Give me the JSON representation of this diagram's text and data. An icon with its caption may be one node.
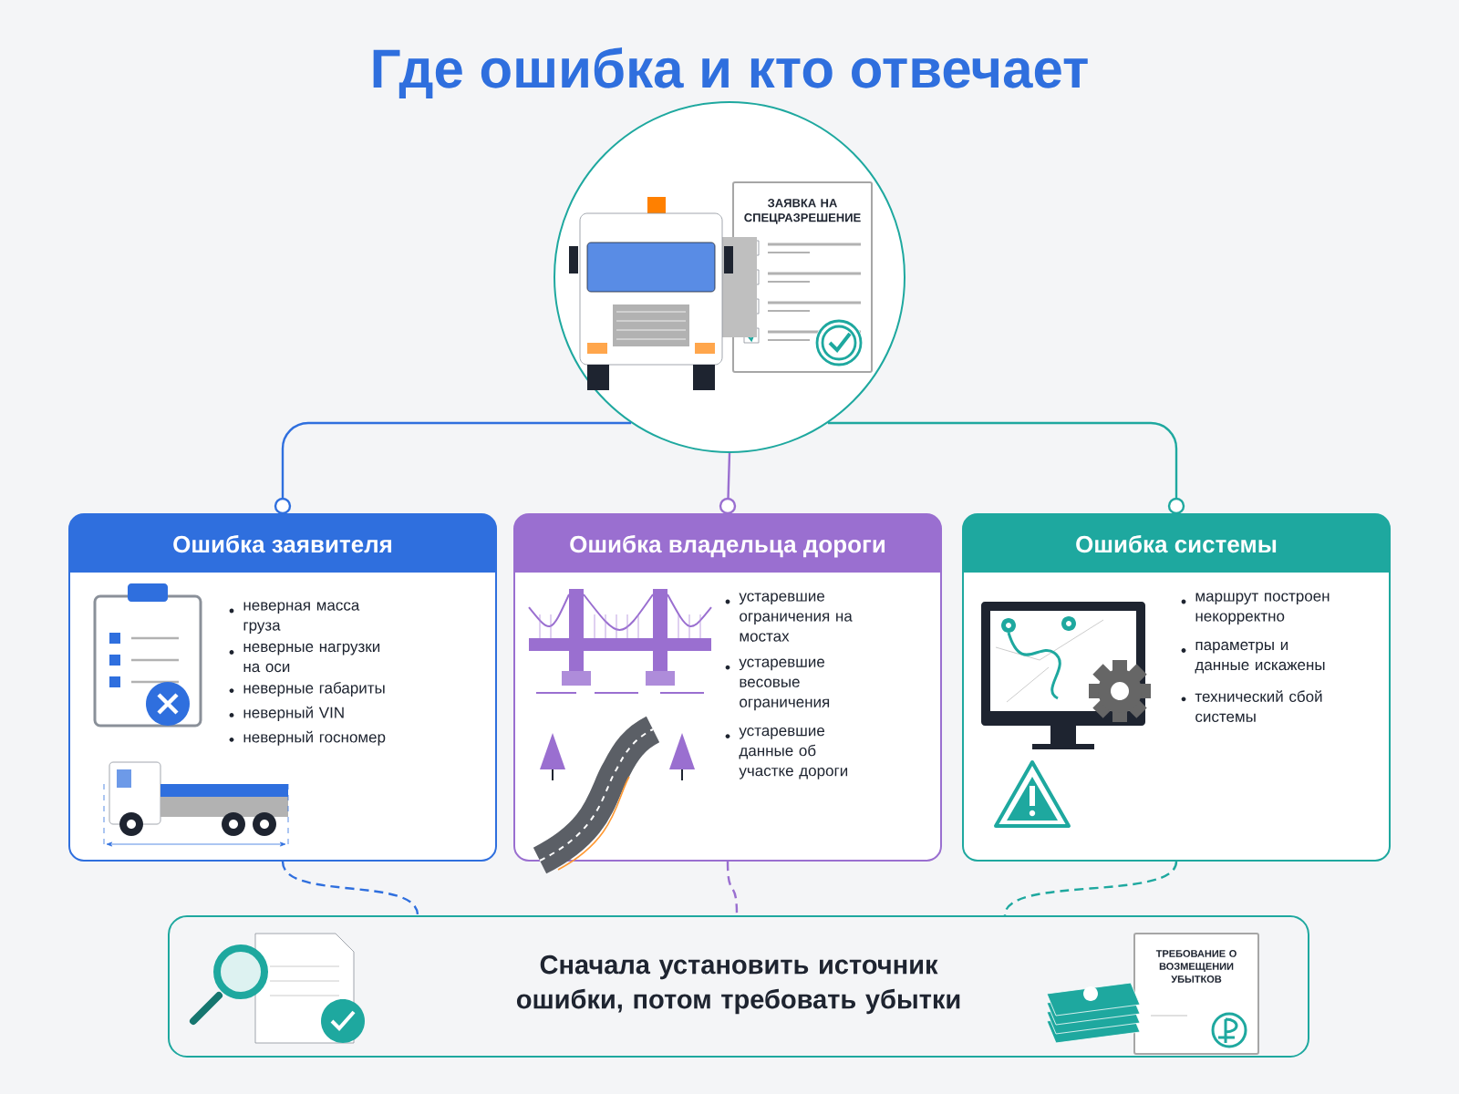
{
  "diagram": {
    "title": "Где ошибка и кто отвечает",
    "nodes": [
      {
        "text": [],
        "shape": "circle"
      },
      {
        "text": [
          "ЗАЯВКА НА СПЕЦРАЗРЕШЕНИЕ"
        ],
        "in": 0
      },
      {
        "text": [
          "Ошибка заявителя",
          "неверная масса груза",
          "неверные нагрузки на оси",
          "неверные габариты",
          "неверный VIN",
          "неверный госномер"
        ]
      },
      {
        "text": [
          "Ошибка владельца дороги",
          "устаревшие ограничения на мостах",
          "устаревшие весовые ограничения",
          "устаревшие данные об участке дороги"
        ]
      },
      {
        "text": [
          "Ошибка системы",
          "маршрут построен некорректно",
          "параметры и данные искажены",
          "технический сбой системы"
        ]
      },
      {
        "text": [
          "Сначала установить источник ошибки, потом требовать убытки"
        ]
      },
      {
        "text": [
          "ТРЕБОВАНИЕ О ВОЗМЕЩЕНИИ УБЫТКОВ"
        ],
        "in": 5
      }
    ],
    "edges": [
      {
        "from": 0,
        "to": 2,
        "arrow": "other",
        "color": "#2f6fde"
      },
      {
        "from": 0,
        "to": 3,
        "arrow": "other",
        "color": "#9a6fd0"
      },
      {
        "from": 0,
        "to": 4,
        "arrow": "other",
        "color": "#1ea89f"
      },
      {
        "from": 2,
        "to": 5,
        "arrow": "none",
        "style": "dashed",
        "color": "#2f6fde"
      },
      {
        "from": 3,
        "to": 5,
        "arrow": "none",
        "style": "dashed",
        "color": "#9a6fd0"
      },
      {
        "from": 4,
        "to": 5,
        "arrow": "none",
        "style": "dashed",
        "color": "#1ea89f"
      }
    ]
  }
}
